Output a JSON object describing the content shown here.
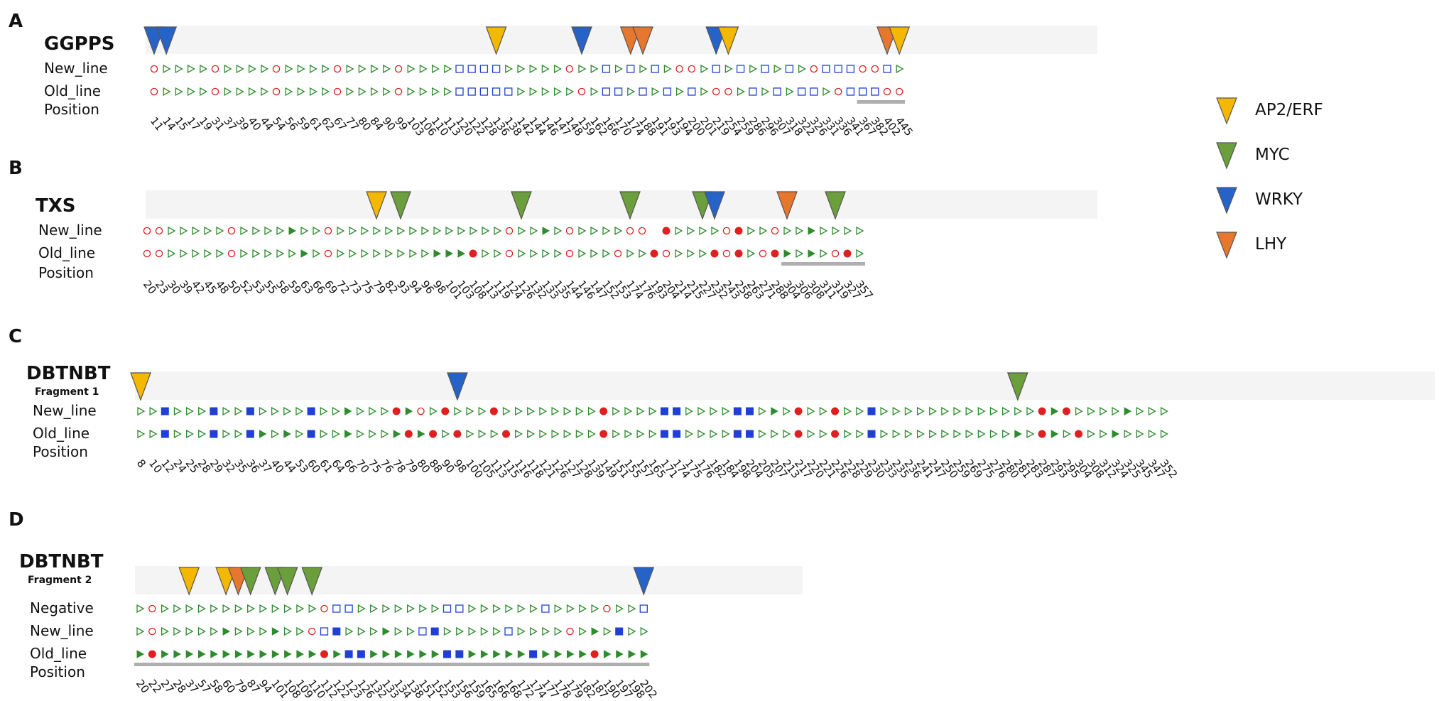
{
  "legend": [
    {
      "label": "AP2/ERF",
      "color": "#F5B800"
    },
    {
      "label": "MYC",
      "color": "#6A9F3C"
    },
    {
      "label": "WRKY",
      "color": "#2563C9"
    },
    {
      "label": "LHY",
      "color": "#E8772E"
    }
  ],
  "symbol_colors": {
    "triangle": "#2E8B2E",
    "circle": "#E02020",
    "square": "#1F3FD6"
  },
  "panels": [
    {
      "letter": "A",
      "gene": "GGPPS",
      "subtitle": "",
      "row_labels": [
        "New_line",
        "Old_line",
        "Position"
      ],
      "positions": [
        "11",
        "14",
        "15",
        "17",
        "19",
        "31",
        "37",
        "39",
        "40",
        "44",
        "54",
        "56",
        "59",
        "61",
        "62",
        "67",
        "77",
        "80",
        "84",
        "90",
        "99",
        "103",
        "106",
        "110",
        "113",
        "120",
        "122",
        "128",
        "136",
        "138",
        "142",
        "144",
        "146",
        "147",
        "148",
        "159",
        "162",
        "166",
        "170",
        "174",
        "188",
        "191",
        "193",
        "194",
        "200",
        "201",
        "219",
        "254",
        "259",
        "286",
        "296",
        "307",
        "318",
        "322",
        "326",
        "331",
        "336",
        "341",
        "367",
        "382",
        "402",
        "445"
      ],
      "rows": [
        "cttttcttttcttttcttttcttttsssstttttcttstststcctststststcsssccstsr",
        "cttttcttttcttttcttttcttttssssstttttctsststststcctststsstcsssccsts"
      ],
      "highlight_start": 58,
      "tfbs": [
        {
          "tf": "WRKY",
          "pos": 0
        },
        {
          "tf": "WRKY",
          "pos": 1
        },
        {
          "tf": "AP2/ERF",
          "pos": 28
        },
        {
          "tf": "WRKY",
          "pos": 35
        },
        {
          "tf": "LHY",
          "pos": 39
        },
        {
          "tf": "LHY",
          "pos": 40
        },
        {
          "tf": "WRKY",
          "pos": 46
        },
        {
          "tf": "AP2/ERF",
          "pos": 47
        },
        {
          "tf": "LHY",
          "pos": 60
        },
        {
          "tf": "AP2/ERF",
          "pos": 61
        }
      ]
    },
    {
      "letter": "B",
      "gene": "TXS",
      "subtitle": "",
      "row_labels": [
        "New_line",
        "Old_line",
        "Position"
      ],
      "positions": [
        "20",
        "23",
        "30",
        "39",
        "42",
        "45",
        "48",
        "50",
        "52",
        "53",
        "55",
        "58",
        "59",
        "63",
        "66",
        "69",
        "72",
        "73",
        "75",
        "79",
        "82",
        "93",
        "94",
        "96",
        "98",
        "101",
        "103",
        "108",
        "113",
        "119",
        "124",
        "126",
        "132",
        "133",
        "135",
        "144",
        "146",
        "147",
        "152",
        "153",
        "174",
        "176",
        "193",
        "204",
        "214",
        "215",
        "227",
        "232",
        "243",
        "258",
        "263",
        "271",
        "288",
        "304",
        "306",
        "308",
        "311",
        "319",
        "327",
        "357"
      ],
      "rows": [
        "cctttttcttttTttcttttttttttttttcttTtcttttcc fttttcfttcttTtttttcct",
        "cctttttctttttTtcttttttttTTTfttcttttctttcttfctttfcftcfTtTtcfttfff"
      ],
      "highlight_start": 53,
      "tfbs": [
        {
          "tf": "AP2/ERF",
          "pos": 19
        },
        {
          "tf": "MYC",
          "pos": 21
        },
        {
          "tf": "MYC",
          "pos": 31
        },
        {
          "tf": "MYC",
          "pos": 40
        },
        {
          "tf": "MYC",
          "pos": 46
        },
        {
          "tf": "WRKY",
          "pos": 47
        },
        {
          "tf": "LHY",
          "pos": 53
        },
        {
          "tf": "MYC",
          "pos": 57
        }
      ]
    },
    {
      "letter": "C",
      "gene": "DBTNBT",
      "subtitle": "Fragment 1",
      "row_labels": [
        "New_line",
        "Old_line",
        "Position"
      ],
      "positions": [
        "8",
        "10",
        "12",
        "24",
        "25",
        "28",
        "29",
        "32",
        "35",
        "36",
        "37",
        "40",
        "44",
        "53",
        "60",
        "61",
        "64",
        "66",
        "70",
        "75",
        "76",
        "78",
        "79",
        "80",
        "88",
        "90",
        "98",
        "100",
        "105",
        "113",
        "115",
        "116",
        "118",
        "121",
        "126",
        "127",
        "128",
        "139",
        "149",
        "151",
        "155",
        "157",
        "165",
        "171",
        "174",
        "175",
        "176",
        "182",
        "184",
        "198",
        "204",
        "205",
        "207",
        "213",
        "217",
        "220",
        "221",
        "226",
        "228",
        "229",
        "230",
        "233",
        "235",
        "236",
        "241",
        "247",
        "250",
        "259",
        "269",
        "275",
        "276",
        "280",
        "281",
        "283",
        "287",
        "293",
        "295",
        "304",
        "308",
        "312",
        "324",
        "325",
        "345",
        "347",
        "352"
      ],
      "rows": [
        "ttStttSttSttttSttTtttfTctftttfttttttttfttttSSttttSStTtfttfttStttttttttttttfTfttttTttttcS",
        "ttStttSttSTtTtSttTtttTfTftftttftttttttfttttSSttttSStttfttfttStttttttttttTtfTtfttTttttfTS"
      ],
      "highlight_start": -1,
      "tfbs": [
        {
          "tf": "AP2/ERF",
          "pos": 0
        },
        {
          "tf": "WRKY",
          "pos": 26
        },
        {
          "tf": "MYC",
          "pos": 72
        }
      ]
    },
    {
      "letter": "D",
      "gene": "DBTNBT",
      "subtitle": "Fragment 2",
      "row_labels": [
        "Negative",
        "New_line",
        "Old_line",
        "Position"
      ],
      "positions": [
        "20",
        "22",
        "27",
        "28",
        "37",
        "57",
        "58",
        "60",
        "79",
        "87",
        "94",
        "101",
        "108",
        "109",
        "110",
        "112",
        "122",
        "123",
        "126",
        "132",
        "133",
        "134",
        "138",
        "151",
        "152",
        "153",
        "156",
        "159",
        "165",
        "166",
        "168",
        "172",
        "174",
        "177",
        "178",
        "179",
        "182",
        "187",
        "190",
        "197",
        "198",
        "202"
      ],
      "rows": [
        "tctttttttttttttcsstttttttssttttttsttttcttst",
        "tctttttTtttTttcsStttTttsStttttsttttctTtStr",
        "TfTTTTTTTTTTTTTfTSSTTTTTTSSTTTTTSTTTTfTTTTSr"
      ],
      "highlight_start": 0,
      "tfbs": [
        {
          "tf": "AP2/ERF",
          "pos": 4
        },
        {
          "tf": "AP2/ERF",
          "pos": 7
        },
        {
          "tf": "LHY",
          "pos": 8
        },
        {
          "tf": "MYC",
          "pos": 9
        },
        {
          "tf": "MYC",
          "pos": 11
        },
        {
          "tf": "MYC",
          "pos": 12
        },
        {
          "tf": "MYC",
          "pos": 14
        },
        {
          "tf": "WRKY",
          "pos": 41
        }
      ]
    }
  ]
}
